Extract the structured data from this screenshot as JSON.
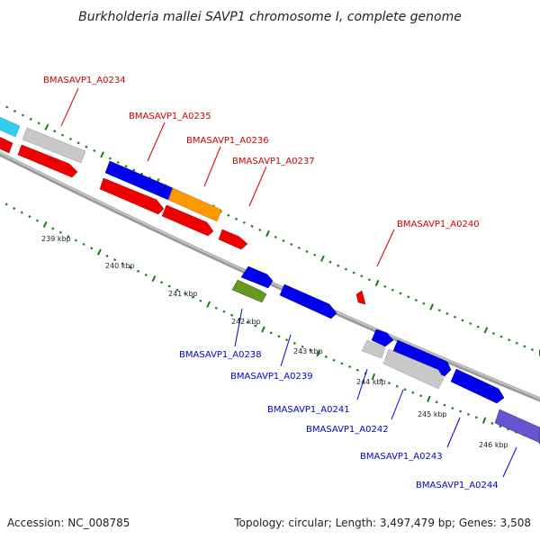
{
  "title": "Burkholderia mallei SAVP1 chromosome I, complete genome",
  "footer": {
    "accession": "Accession: NC_008785",
    "summary": "Topology: circular; Length: 3,497,479 bp; Genes: 3,508"
  },
  "colors": {
    "label_red": "#cc0000",
    "label_blue": "#0000cc",
    "backbone": "#888888",
    "tick_green": "#1a7a1a",
    "feature_red": "#ee0000",
    "feature_blue": "#0000ee",
    "feature_orange": "#ff9900",
    "feature_gray": "#c8c8c8",
    "feature_cyan": "#33ccee",
    "feature_olive": "#669922",
    "feature_purple": "#6655cc"
  },
  "ticks": [
    "239 kbp",
    "240 kbp",
    "241 kbp",
    "242 kbp",
    "243 kbp",
    "244 kbp",
    "245 kbp",
    "246 kbp"
  ],
  "labels_top": [
    "BMASAVP1_A0234",
    "BMASAVP1_A0235",
    "BMASAVP1_A0236",
    "BMASAVP1_A0237",
    "BMASAVP1_A0240"
  ],
  "labels_bottom": [
    "BMASAVP1_A0238",
    "BMASAVP1_A0239",
    "BMASAVP1_A0241",
    "BMASAVP1_A0242",
    "BMASAVP1_A0243",
    "BMASAVP1_A0244"
  ]
}
